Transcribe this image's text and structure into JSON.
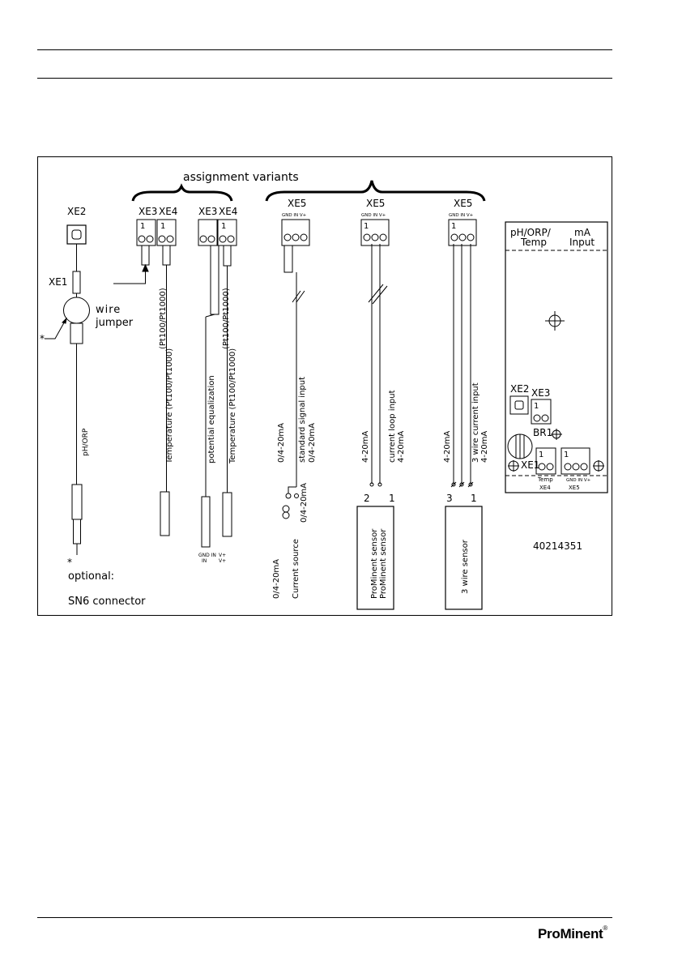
{
  "diagram": {
    "brace_label": "assignment variants",
    "labels": {
      "xe2": "XE2",
      "xe1": "XE1",
      "xe3": "XE3",
      "xe4": "XE4",
      "xe5": "XE5",
      "one": "1",
      "two": "2",
      "three": "3",
      "asterisk": "*",
      "wire_jumper_1": "wire",
      "wire_jumper_2": "jumper",
      "ph_orp": "pH/ORP",
      "optional": "optional:",
      "sn6": "SN6 connector",
      "pt": "(Pt100/Pt1000)",
      "temperature": "Temperature (Pt100/Pt1000)",
      "potential": "potential equalization",
      "gnd_in_v": "GND IN V+",
      "gnd_in": "GND IN",
      "in": "IN",
      "v_plus": "V+",
      "ma_range": "0/4-20mA",
      "standard_signal": "standard signal input",
      "current_source": "Current source",
      "ma_4_20": "4-20mA",
      "current_loop": "current loop input",
      "prominent_sensor": "ProMinent sensor",
      "three_wire_input": "3 wire current input",
      "three_wire_sensor": "3 wire sensor",
      "panel_ph": "pH/ORP/",
      "panel_temp": "Temp",
      "panel_ma": "mA",
      "panel_input": "Input",
      "br1": "BR1",
      "temp_small": "Temp",
      "part_number": "40214351"
    }
  },
  "footer": {
    "brand": "ProMinent",
    "reg": "®"
  }
}
